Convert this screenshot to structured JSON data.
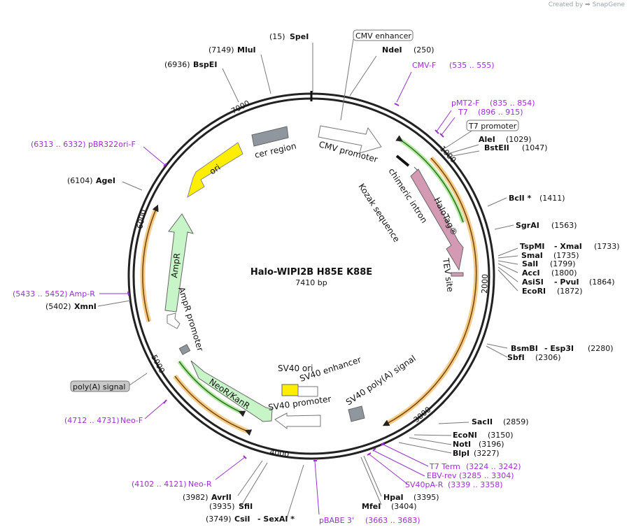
{
  "credit": {
    "prefix": "Created by",
    "brand": "SnapGene"
  },
  "plasmid": {
    "name": "Halo-WIPI2B H85E K88E",
    "length": "7410 bp"
  },
  "ticks": [
    "1000",
    "2000",
    "3000",
    "4000",
    "5000",
    "6000",
    "7000"
  ],
  "sites": {
    "speI": {
      "pos": "(15)",
      "name": "SpeI"
    },
    "ndeI": {
      "pos": "(250)",
      "name": "NdeI"
    },
    "mluI": {
      "pos": "(7149)",
      "name": "MluI"
    },
    "bspEI": {
      "pos": "(6936)",
      "name": "BspEI"
    },
    "aleI": {
      "pos": "(1029)",
      "name": "AleI"
    },
    "bstEII": {
      "pos": "(1047)",
      "name": "BstEII"
    },
    "bclI": {
      "pos": "(1411)",
      "name": "BclI *"
    },
    "sgrAI": {
      "pos": "(1563)",
      "name": "SgrAI"
    },
    "tspMI": {
      "pos": "(1733)",
      "name": "TspMI",
      "name2": "- XmaI"
    },
    "smaI": {
      "pos": "(1735)",
      "name": "SmaI"
    },
    "salI": {
      "pos": "(1799)",
      "name": "SalI"
    },
    "accI": {
      "pos": "(1800)",
      "name": "AccI"
    },
    "asiSI": {
      "pos": "(1864)",
      "name": "AsiSI",
      "name2": "- PvuI"
    },
    "ecoRI": {
      "pos": "(1872)",
      "name": "EcoRI"
    },
    "bsmBI": {
      "pos": "(2280)",
      "name": "BsmBI",
      "name2": "- Esp3I"
    },
    "sbfI": {
      "pos": "(2306)",
      "name": "SbfI"
    },
    "sacII": {
      "pos": "(2859)",
      "name": "SacII"
    },
    "ecoNI": {
      "pos": "(3150)",
      "name": "EcoNI"
    },
    "notI": {
      "pos": "(3196)",
      "name": "NotI"
    },
    "blpI": {
      "pos": "(3227)",
      "name": "BlpI"
    },
    "hpaI": {
      "pos": "(3395)",
      "name": "HpaI"
    },
    "mfeI": {
      "pos": "(3404)",
      "name": "MfeI"
    },
    "ageI": {
      "pos": "(6104)",
      "name": "AgeI"
    },
    "xmnI": {
      "pos": "(5402)",
      "name": "XmnI"
    },
    "avrII": {
      "pos": "(3982)",
      "name": "AvrII"
    },
    "sfiI": {
      "pos": "(3935)",
      "name": "SfiI"
    },
    "csiI": {
      "pos": "(3749)",
      "name": "CsiI",
      "name2": "- SexAI *"
    }
  },
  "primers": {
    "cmvF": {
      "name": "CMV-F",
      "range": "(535 .. 555)"
    },
    "pmt2F": {
      "name": "pMT2-F",
      "range": "(835 .. 854)"
    },
    "t7": {
      "name": "T7",
      "range": "(896 .. 915)"
    },
    "pbr": {
      "name": "pBR322ori-F",
      "range": "(6313 .. 6332)"
    },
    "ampR": {
      "name": "Amp-R",
      "range": "(5433 .. 5452)"
    },
    "neoF": {
      "name": "Neo-F",
      "range": "(4712 .. 4731)"
    },
    "neoR": {
      "name": "Neo-R",
      "range": "(4102 .. 4121)"
    },
    "pbabe": {
      "name": "pBABE 3'",
      "range": "(3663 .. 3683)"
    },
    "t7term": {
      "name": "T7 Term",
      "range": "(3224 .. 3242)"
    },
    "ebv": {
      "name": "EBV-rev",
      "range": "(3285 .. 3304)"
    },
    "sv40pa": {
      "name": "SV40pA-R",
      "range": "(3339 .. 3358)"
    }
  },
  "boxed": {
    "cmvEnhancer": "CMV enhancer",
    "t7Promoter": "T7 promoter",
    "polyA": "poly(A) signal"
  },
  "features": {
    "cmvPromoter": "CMV promoter",
    "cerRegion": "cer region",
    "ori": "ori",
    "chimericIntron": "chimeric intron",
    "kozak": "Kozak sequence",
    "halotag": "HaloTag®",
    "tev": "TEV site",
    "ampR": "AmpR",
    "ampRPromoter": "AmpR promoter",
    "neo": "NeoR/KanR",
    "sv40ori": "SV40 ori",
    "sv40enh": "SV40 enhancer",
    "sv40prom": "SV40 promoter",
    "sv40pa": "SV40 poly(A) signal"
  },
  "colors": {
    "backbone": "#222222",
    "ori": "#ffee00",
    "marker": "#c8f5c8",
    "halotag": "#d49ab4",
    "gray": "#8f969e",
    "orf": "#f5cc88",
    "primer": "#9b30d0"
  }
}
